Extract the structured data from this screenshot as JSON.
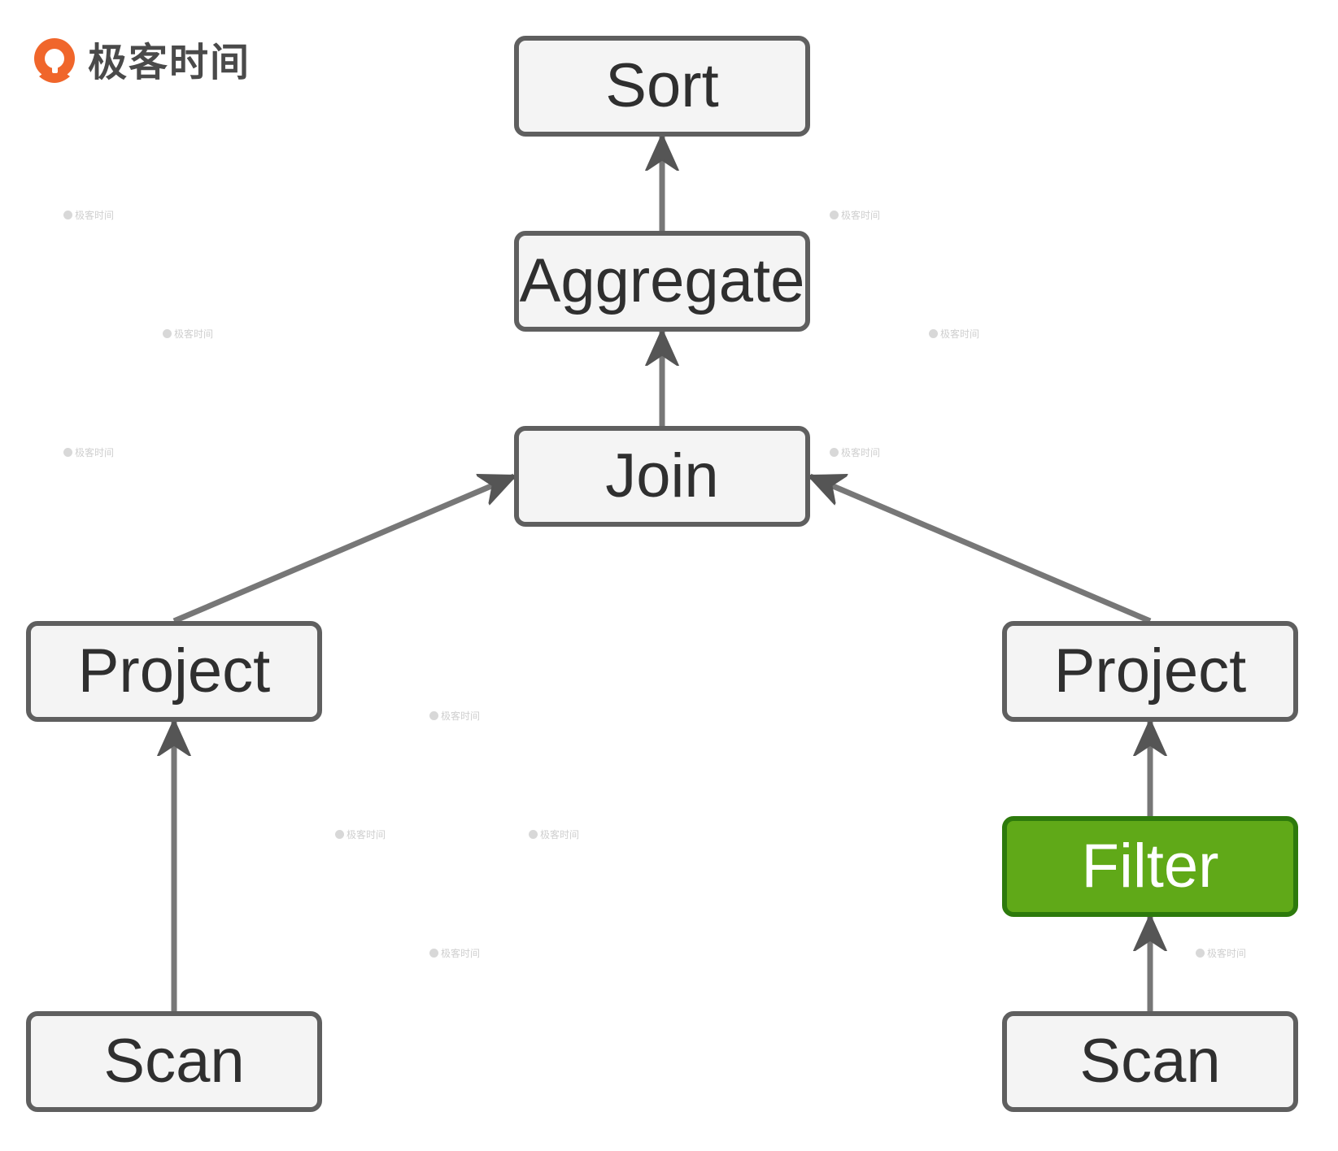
{
  "logo": {
    "text": "极客时间",
    "accent_color": "#f0662b",
    "icon": "geektime-logo-icon"
  },
  "nodes": [
    {
      "id": "sort",
      "label": "Sort"
    },
    {
      "id": "aggregate",
      "label": "Aggregate"
    },
    {
      "id": "join",
      "label": "Join"
    },
    {
      "id": "project-left",
      "label": "Project"
    },
    {
      "id": "project-right",
      "label": "Project"
    },
    {
      "id": "filter",
      "label": "Filter",
      "highlighted": true,
      "color": "#60a918"
    },
    {
      "id": "scan-left",
      "label": "Scan"
    },
    {
      "id": "scan-right",
      "label": "Scan"
    }
  ],
  "edges": [
    {
      "from": "aggregate",
      "to": "sort"
    },
    {
      "from": "join",
      "to": "aggregate"
    },
    {
      "from": "project-left",
      "to": "join"
    },
    {
      "from": "project-right",
      "to": "join"
    },
    {
      "from": "scan-left",
      "to": "project-left"
    },
    {
      "from": "filter",
      "to": "project-right"
    },
    {
      "from": "scan-right",
      "to": "filter"
    }
  ],
  "watermark": {
    "text": "极客时间"
  }
}
